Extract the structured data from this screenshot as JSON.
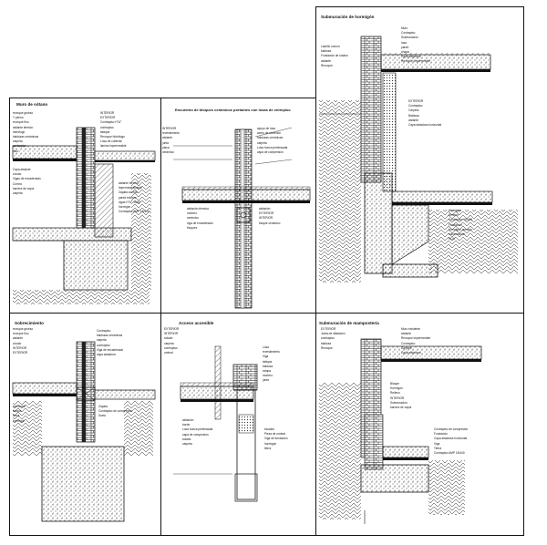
{
  "sheets": [
    {
      "title": "Muro de sótano",
      "labels": [
        "revoque grueso",
        "Y plomo",
        "revoque fino",
        "aislante térmico",
        "hidrófugo",
        "baldosas cerámicas",
        "carpeta",
        "contrapiso",
        "piso",
        "INTERIOR",
        "EXTERIOR",
        "Contrapiso H°A°",
        "contrapiso",
        "tabique",
        "Revoque hidrófugo",
        "Losa de cubierta",
        "lámina impermeable",
        "Capa aislante",
        "zócalo",
        "Vigas de encadenado",
        "Correa",
        "barrera de vapor",
        "carpeta",
        "aislante térmico",
        "impermeabilizante",
        "Zapata corrida",
        "pared exterior",
        "vigas H°A° 15/45",
        "hormigón",
        "Contrapiso AMP 15/440"
      ]
    },
    {
      "title": "Encuentro de bloques cerámicos portantes con losas de entrepiso",
      "labels": [
        "INTERIOR",
        "revestimiento",
        "aislante",
        "junta",
        "placa",
        "cerámico",
        "apoyo de losa",
        "acero de conexión",
        "baldosas cerámicas",
        "carpeta",
        "Losa hueca pretensada",
        "capa de compresión",
        "aislación térmica",
        "mortero",
        "cerámico",
        "viga de encadenado",
        "bloques",
        "aislación",
        "EXTERIOR",
        "INTERIOR",
        "bloque cerámico"
      ]
    },
    {
      "title": "Submuración de hormigón",
      "labels": [
        "Ladrillo común",
        "baldosa",
        "Fundación de sótano",
        "aislante",
        "Revoque",
        "Muro",
        "Contrapiso",
        "Submuración",
        "losa",
        "pared",
        "chapa",
        "Capa aisladora",
        "Revoque impermeable",
        "EXTERIOR",
        "Contrapiso",
        "Carpeta",
        "Baldosa",
        "aislante",
        "Capa aisladora horizontal",
        "Hormigón",
        "Relleno",
        "Contrapiso 15/440",
        "Fundación",
        "Hormigón armado",
        "submuración",
        "HOA"
      ]
    },
    {
      "title": "Sobrecimiento",
      "labels": [
        "revoque grueso",
        "revoque fino",
        "aislante",
        "zócalo",
        "INTERIOR",
        "EXTERIOR",
        "Contrapiso",
        "baldosas cerámicas",
        "carpeta",
        "contrapiso",
        "Viga de encadenado",
        "capa aisladora",
        "horizontal",
        "bloque",
        "tierra",
        "hormigón",
        "Zapata",
        "Contrapiso de compresión",
        "Suelo"
      ]
    },
    {
      "title": "Acceso accesible",
      "labels": [
        "EXTERIOR",
        "INTERIOR",
        "solado",
        "carpeta",
        "contrapiso",
        "umbral",
        "Losa",
        "revestimiento",
        "Viga",
        "tabique",
        "baldosa",
        "rampa",
        "mortero",
        "junta",
        "aislación",
        "borde",
        "Losa hueca pretensada",
        "capa de compresión",
        "solado",
        "carpeta",
        "escalón",
        "Pieza de umbral",
        "Viga de fundación",
        "hormigón",
        "tierra"
      ]
    },
    {
      "title": "Submuración de mampostería",
      "labels": [
        "EXTERIOR",
        "Junta de dilatación",
        "contrapiso",
        "baldosa",
        "Revoque",
        "Muro existente",
        "aislante",
        "Revoque impermeable",
        "Contrapiso",
        "Carpeta",
        "Capa aisladora",
        "Bloque",
        "Hormigón",
        "Relleno",
        "INTERIOR",
        "Submuración",
        "barrera de vapor",
        "Contrapiso de compresión",
        "Fundación",
        "Capa aisladora horizontal",
        "Viga",
        "Tierra",
        "Contrapiso AMP 15/440"
      ]
    }
  ]
}
